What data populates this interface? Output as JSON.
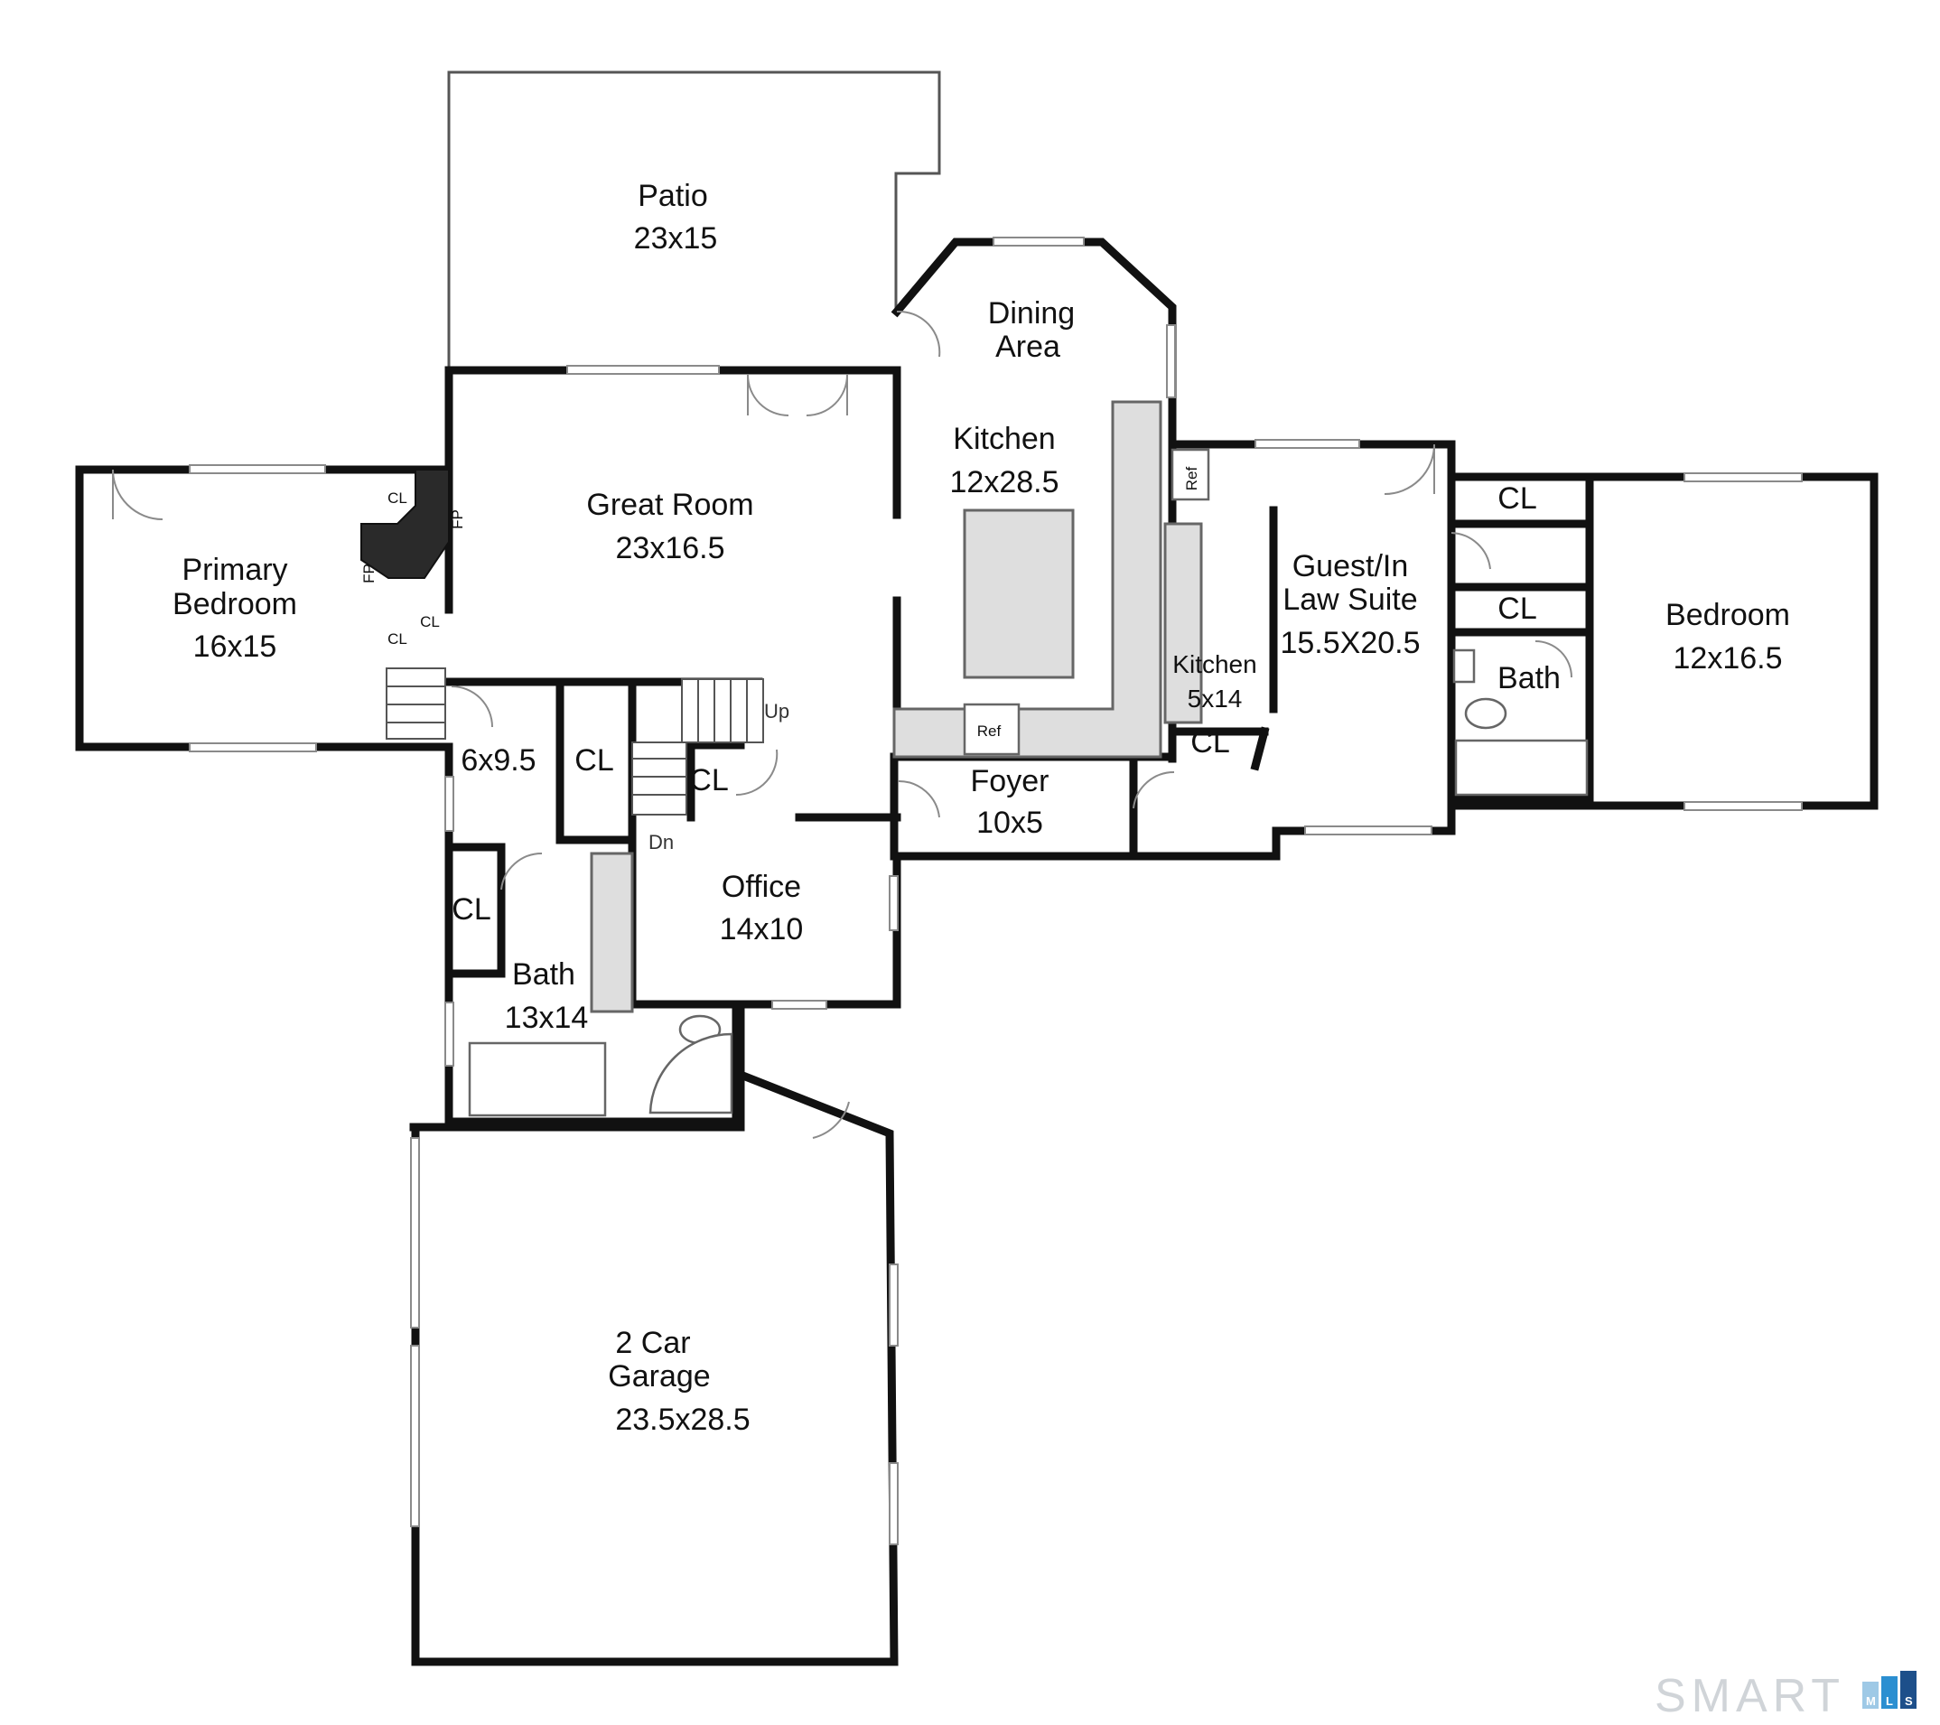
{
  "rooms": {
    "patio": {
      "name": "Patio",
      "dim": "23x15"
    },
    "dining": {
      "name1": "Dining",
      "name2": "Area"
    },
    "kitchen": {
      "name": "Kitchen",
      "dim": "12x28.5"
    },
    "great_room": {
      "name": "Great Room",
      "dim": "23x16.5"
    },
    "primary_bedroom": {
      "name1": "Primary",
      "name2": "Bedroom",
      "dim": "16x15"
    },
    "guest_suite": {
      "name1": "Guest/In",
      "name2": "Law Suite",
      "dim": "15.5X20.5"
    },
    "kitchenette": {
      "name": "Kitchen",
      "dim": "5x14"
    },
    "bedroom": {
      "name": "Bedroom",
      "dim": "12x16.5"
    },
    "bath_guest": {
      "name": "Bath"
    },
    "foyer": {
      "name": "Foyer",
      "dim": "10x5"
    },
    "office": {
      "name": "Office",
      "dim": "14x10"
    },
    "bath_main": {
      "name": "Bath",
      "dim": "13x14"
    },
    "hall": {
      "dim": "6x9.5"
    },
    "garage": {
      "name1": "2 Car",
      "name2": "Garage",
      "dim": "23.5x28.5"
    }
  },
  "labels": {
    "closet": "CL",
    "up": "Up",
    "down": "Dn",
    "ref": "Ref",
    "fireplace": "FP"
  },
  "logo": {
    "text": "SMART",
    "letters": [
      "M",
      "L",
      "S"
    ],
    "colors": [
      "#9ec9e6",
      "#2b8fd1",
      "#1d4f8a"
    ]
  }
}
